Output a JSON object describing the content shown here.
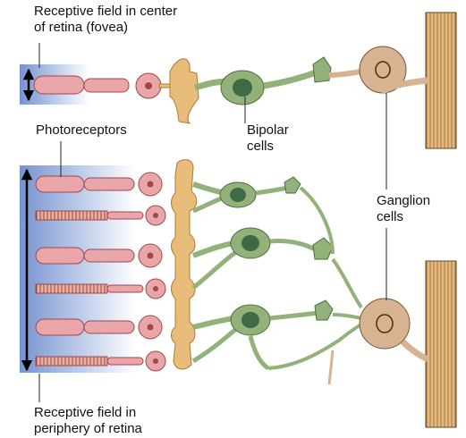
{
  "labels": {
    "fovea_field": "Receptive field in center\nof retina (fovea)",
    "photoreceptors": "Photoreceptors",
    "bipolar": "Bipolar\ncells",
    "ganglion": "Ganglion\ncells",
    "periphery_field": "Receptive field in\nperiphery of retina"
  },
  "colors": {
    "photoreceptor": "#e9a6a9",
    "photoreceptor_stroke": "#a2454c",
    "bipolar": "#93b27a",
    "bipolar_nucleus": "#3e6a45",
    "ganglion": "#d8b391",
    "connector": "#e8bc7a",
    "optic_nerve": "#e3b77d",
    "field_gradient": "#6f8ecf",
    "arrow": "#000000"
  },
  "fovea_arrangement": {
    "photoreceptors": 1,
    "bipolar_cells": 1,
    "ganglion_cells": 1
  },
  "periphery_arrangement": {
    "photoreceptors": 6,
    "bipolar_cells": 3,
    "ganglion_cells": 1
  }
}
